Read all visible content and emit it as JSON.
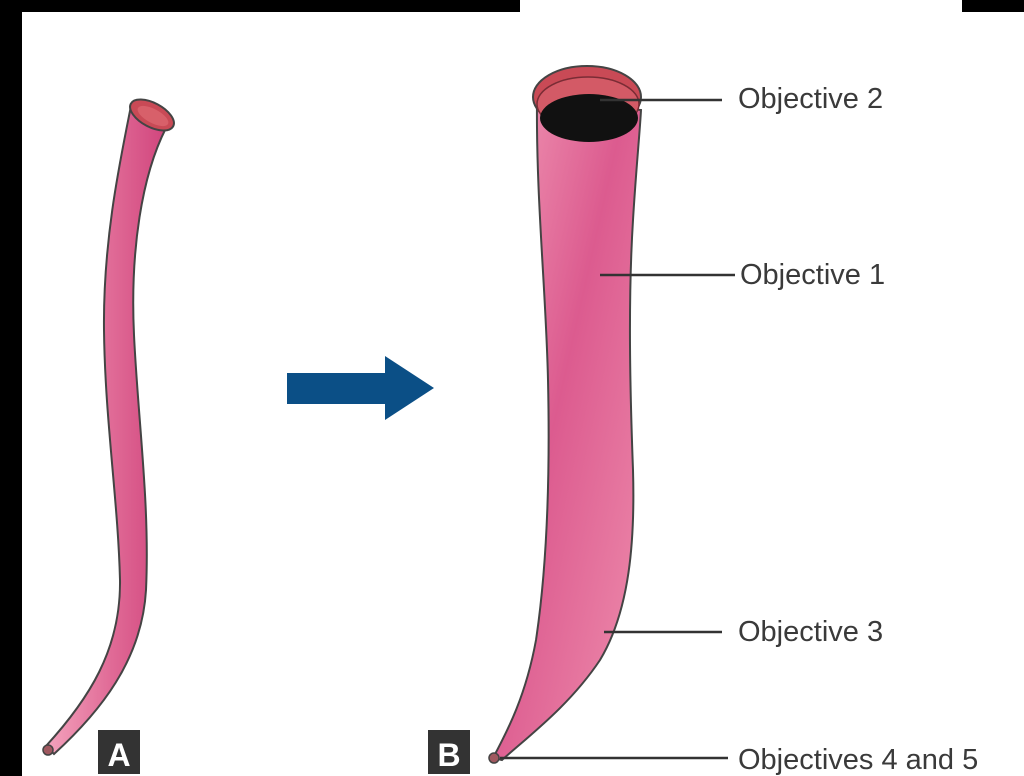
{
  "colors": {
    "frame": "#000000",
    "paper": "#ffffff",
    "tube_light": "#f08aa8",
    "tube_dark": "#d94f86",
    "outline": "#333333",
    "rim": "#c94a56",
    "lumen": "#111111",
    "arrow": "#0b4f86",
    "label_box": "#333333",
    "text": "#3a3a3a"
  },
  "panels": [
    {
      "id": "A",
      "label": "A"
    },
    {
      "id": "B",
      "label": "B"
    }
  ],
  "callouts": [
    {
      "id": "objective-2",
      "text": "Objective 2"
    },
    {
      "id": "objective-1",
      "text": "Objective 1"
    },
    {
      "id": "objective-3",
      "text": "Objective 3"
    },
    {
      "id": "objectives-4-5",
      "text": "Objectives 4 and 5"
    }
  ],
  "arrow": {
    "icon": "right-arrow-icon"
  }
}
